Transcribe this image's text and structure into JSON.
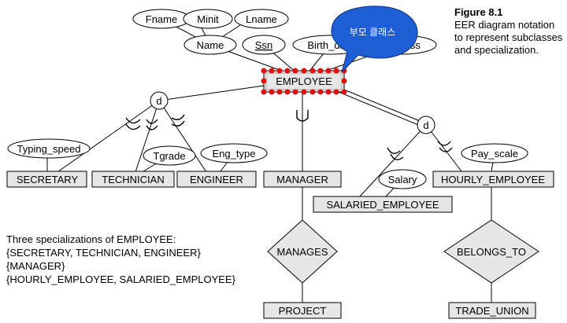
{
  "figure": {
    "number": "Figure 8.1",
    "caption": "EER diagram notation to represent subclasses and specialization."
  },
  "callout": {
    "text": "부모 클래스"
  },
  "entities": {
    "employee": "EMPLOYEE",
    "secretary": "SECRETARY",
    "technician": "TECHNICIAN",
    "engineer": "ENGINEER",
    "manager": "MANAGER",
    "hourly_employee": "HOURLY_EMPLOYEE",
    "salaried_employee": "SALARIED_EMPLOYEE",
    "project": "PROJECT",
    "trade_union": "TRADE_UNION"
  },
  "attributes": {
    "fname": "Fname",
    "minit": "Minit",
    "lname": "Lname",
    "name": "Name",
    "ssn": "Ssn",
    "birth_date": "Birth_date",
    "address": "Address",
    "typing_speed": "Typing_speed",
    "tgrade": "Tgrade",
    "eng_type": "Eng_type",
    "salary": "Salary",
    "pay_scale": "Pay_scale"
  },
  "relationships": {
    "manages": "MANAGES",
    "belongs_to": "BELONGS_TO"
  },
  "specialization_symbols": {
    "left": "d",
    "right": "d"
  },
  "note": {
    "heading": "Three specializations of EMPLOYEE:",
    "lines": [
      "{SECRETARY, TECHNICIAN, ENGINEER}",
      "{MANAGER}",
      "{HOURLY_EMPLOYEE, SALARIED_EMPLOYEE}"
    ]
  },
  "colors": {
    "entity_fill": "#e6e6e6",
    "callout_fill": "#1f5fd6",
    "selection_dots": "#e01010"
  }
}
